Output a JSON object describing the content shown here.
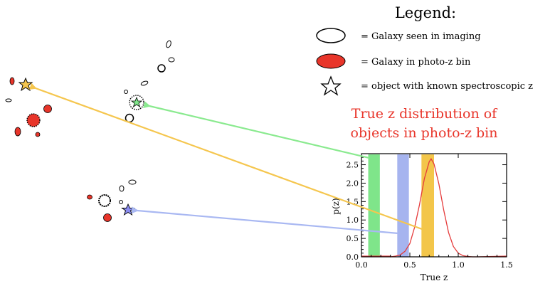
{
  "legend": {
    "title": "Legend:",
    "entries": [
      {
        "symbol": "open-ellipse-icon",
        "text": "= Galaxy seen in imaging"
      },
      {
        "symbol": "red-ellipse-icon",
        "text": "= Galaxy in photo-z bin"
      },
      {
        "symbol": "star-icon",
        "text": "= object with known spectroscopic z"
      }
    ]
  },
  "headline": {
    "line1": "True z distribution of",
    "line2": "objects in photo-z bin"
  },
  "colors": {
    "red": "#e8352a",
    "green": "#7fe58a",
    "blue": "#a6b4ef",
    "orange": "#f3c64a",
    "curve": "#e53b3b",
    "arrow_green": "#8aea8f",
    "arrow_orange": "#f5c64e",
    "arrow_blue": "#a9b8f2"
  },
  "chart_data": {
    "type": "line",
    "xlabel": "True z",
    "ylabel": "p(z)",
    "xlim": [
      0.0,
      1.5
    ],
    "ylim": [
      0.0,
      2.8
    ],
    "xticks": [
      "0.0",
      "0.5",
      "1.0",
      "1.5"
    ],
    "yticks": [
      "0.0",
      "0.5",
      "1.0",
      "1.5",
      "2.0",
      "2.5"
    ],
    "x": [
      0.3,
      0.35,
      0.4,
      0.45,
      0.5,
      0.55,
      0.6,
      0.65,
      0.7,
      0.72,
      0.75,
      0.8,
      0.85,
      0.9,
      0.95,
      1.0,
      1.05,
      1.1,
      1.15,
      1.2
    ],
    "y": [
      0.0,
      0.02,
      0.05,
      0.15,
      0.36,
      0.81,
      1.42,
      2.12,
      2.58,
      2.66,
      2.52,
      1.98,
      1.27,
      0.66,
      0.28,
      0.1,
      0.03,
      0.01,
      0.0,
      0.0
    ],
    "bands": [
      {
        "color": "green",
        "x0": 0.07,
        "x1": 0.19
      },
      {
        "color": "blue",
        "x0": 0.37,
        "x1": 0.49
      },
      {
        "color": "orange",
        "x0": 0.62,
        "x1": 0.75
      }
    ]
  }
}
